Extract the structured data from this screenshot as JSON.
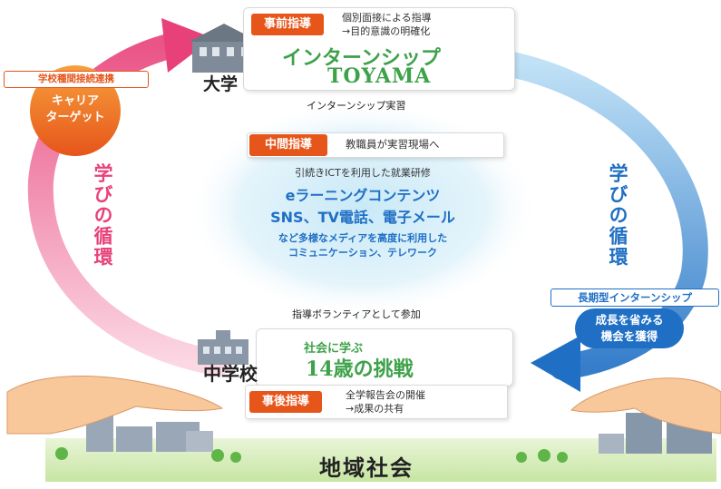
{
  "university": {
    "label": "大学",
    "title": "インターンシップ",
    "subtitle": "TOYAMA",
    "guidance_tag": "事前指導",
    "guidance_notes": [
      "個別面接による指導",
      "→目的意識の明確化"
    ],
    "caption": "インターンシップ実習"
  },
  "career_badge": {
    "header": "学校種間接続連携",
    "lines": [
      "キャリア",
      "ターゲット"
    ]
  },
  "middle_guidance": {
    "tag": "中間指導",
    "note": "教職員が実習現場へ",
    "line1": "引続きICTを利用した就業研修",
    "line2": "eラーニングコンテンツ",
    "line3": "SNS、TV電話、電子メール",
    "line4": "など多様なメディアを高度に利用した",
    "line5": "コミュニケーション、テレワーク"
  },
  "cycle_left": "学びの循環",
  "cycle_right": "学びの循環",
  "long_internship": {
    "header": "長期型インターンシップ",
    "lines": [
      "成長を省みる",
      "機会を獲得"
    ]
  },
  "volunteer_caption": "指導ボランティアとして参加",
  "junior_high": {
    "label": "中学校",
    "tagline": "社会に学ぶ",
    "title": "14歳の挑戦",
    "guidance_tag": "事後指導",
    "guidance_notes": [
      "全学報告会の開催",
      "→成果の共有"
    ]
  },
  "community": "地域社会",
  "colors": {
    "orange": "#e6551a",
    "green": "#3ea24a",
    "blue": "#1f6fc4",
    "pink": "#e8417a"
  }
}
